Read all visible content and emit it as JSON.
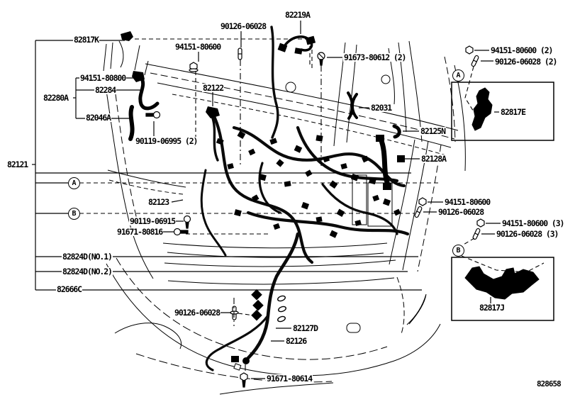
{
  "diagram": {
    "description": "Wiring harness parts diagram - engine compartment front view",
    "figure_code": "828658",
    "colors": {
      "line": "#000000",
      "background": "#ffffff"
    },
    "markers": {
      "left_a": "A",
      "left_b": "B",
      "right_a": "A",
      "right_b": "B"
    },
    "callouts": {
      "82817K": "82817K",
      "94151_80600_top": "94151-80600",
      "90126_06028_top": "90126-06028",
      "82219A": "82219A",
      "91673_80612_2": "91673-80612 (2)",
      "94151_80600_2": "94151-80600 (2)",
      "90126_06028_2": "90126-06028 (2)",
      "82817E": "82817E",
      "94151_80800": "94151-80800",
      "82284": "82284",
      "82280A": "82280A",
      "82046A": "82046A",
      "90119_06995_2": "90119-06995 (2)",
      "82122": "82122",
      "82031": "82031",
      "82125N": "82125N",
      "82128A": "82128A",
      "82121": "82121",
      "82123": "82123",
      "90119_06915": "90119-06915",
      "91671_80816": "91671-80816",
      "94151_80600_mid": "94151-80600",
      "90126_06028_mid": "90126-06028",
      "94151_80600_3": "94151-80600 (3)",
      "90126_06028_3": "90126-06028 (3)",
      "82824D_no1": "82824D(NO.1)",
      "82824D_no2": "82824D(NO.2)",
      "82666C": "82666C",
      "90126_06028_bottom": "90126-06028",
      "82127D": "82127D",
      "82126": "82126",
      "91671_80614": "91671-80614",
      "82817J": "82817J"
    }
  }
}
